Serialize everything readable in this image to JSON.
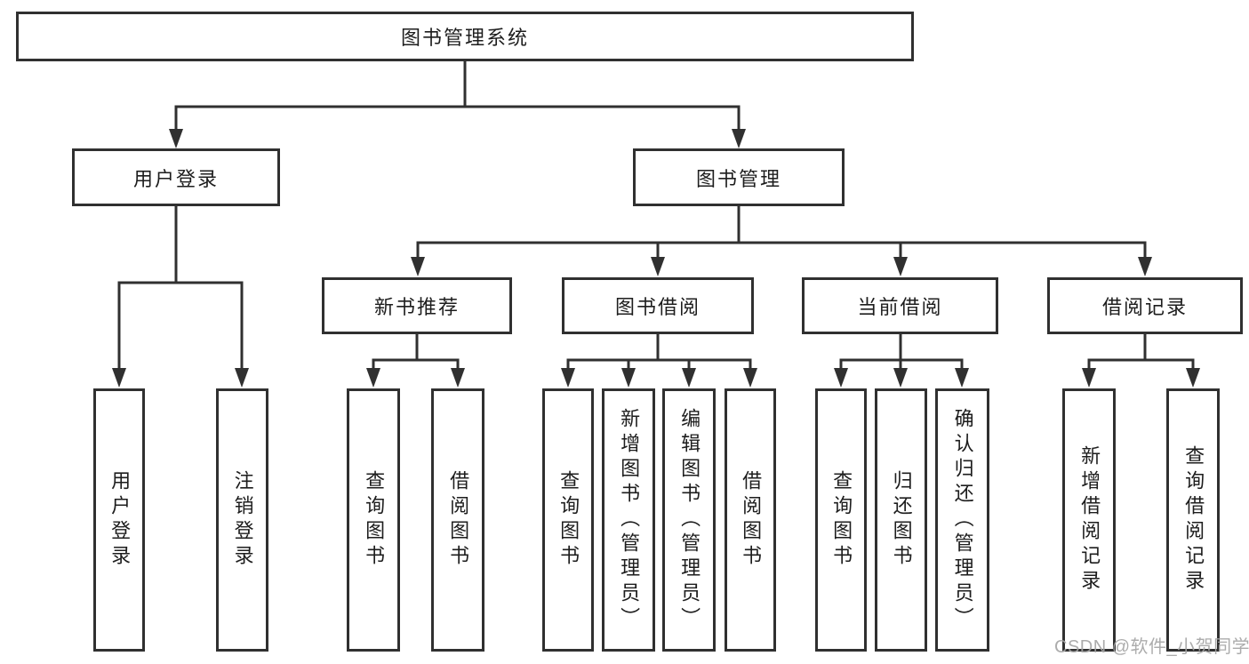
{
  "tree": {
    "root": {
      "label": "图书管理系统",
      "children": [
        {
          "label": "用户登录",
          "children": [
            {
              "label": "用户登录"
            },
            {
              "label": "注销登录"
            }
          ]
        },
        {
          "label": "图书管理",
          "children": [
            {
              "label": "新书推荐",
              "children": [
                {
                  "label": "查询图书"
                },
                {
                  "label": "借阅图书"
                }
              ]
            },
            {
              "label": "图书借阅",
              "children": [
                {
                  "label": "查询图书"
                },
                {
                  "label": "新增图书（管理员）"
                },
                {
                  "label": "编辑图书（管理员）"
                },
                {
                  "label": "借阅图书"
                }
              ]
            },
            {
              "label": "当前借阅",
              "children": [
                {
                  "label": "查询图书"
                },
                {
                  "label": "归还图书"
                },
                {
                  "label": "确认归还（管理员）"
                }
              ]
            },
            {
              "label": "借阅记录",
              "children": [
                {
                  "label": "新增借阅记录"
                },
                {
                  "label": "查询借阅记录"
                }
              ]
            }
          ]
        }
      ]
    }
  },
  "watermark": {
    "text": "CSDN @软件_小贺同学"
  },
  "colors": {
    "line": "#303030",
    "node_border": "#303030",
    "node_fill": "#ffffff",
    "text": "#1d1d1d",
    "background": "#ffffff",
    "watermark": "#a5a5a5"
  }
}
